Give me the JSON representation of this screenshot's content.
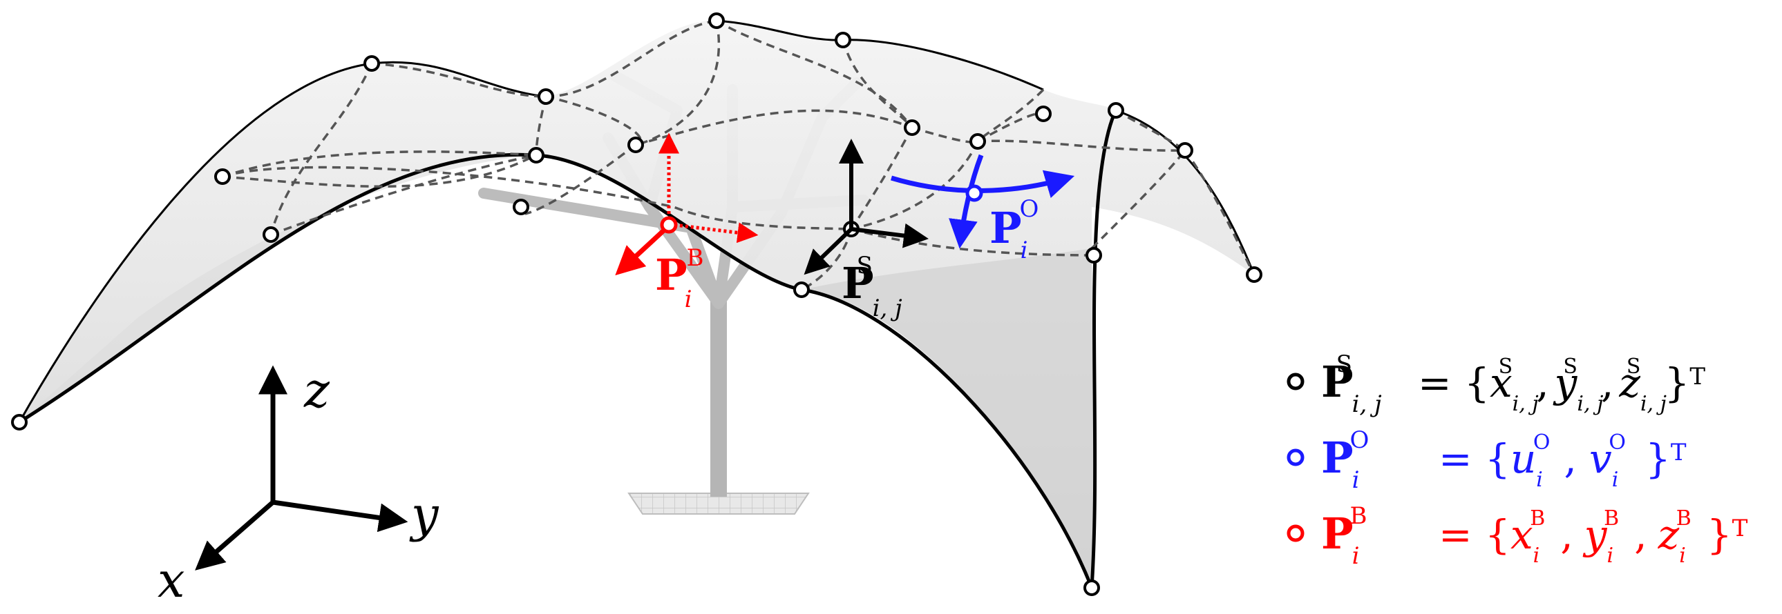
{
  "colors": {
    "surface_fill": "#e9e9e9",
    "black": "#000000",
    "blue": "#1a1aff",
    "red": "#ff0000",
    "dashed": "#555555",
    "tree": "#b8b8b8"
  },
  "axes": {
    "z": "z",
    "y": "y",
    "x": "x"
  },
  "point_labels": {
    "base_letter": "P",
    "red_sup": "B",
    "red_sub": "i",
    "black_sup": "S",
    "black_sub": "i, j",
    "blue_sup": "O",
    "blue_sub": "i"
  },
  "legend": [
    {
      "key": "S",
      "color": "#000000",
      "marker": "circle",
      "sym_sup": "S",
      "sym_sub": "i, j",
      "eq": "= {",
      "t1": "x",
      "t1_sup": "S",
      "t1_sub": "i, j",
      "sep1": ",",
      "t2": "y",
      "t2_sup": "S",
      "t2_sub": "i, j",
      "sep2": ",",
      "t3": "z",
      "t3_sup": "S",
      "t3_sub": "i, j",
      "close": "}",
      "transpose": "T"
    },
    {
      "key": "O",
      "color": "#1a1aff",
      "marker": "circle",
      "sym_sup": "O",
      "sym_sub": "i",
      "eq": "= {",
      "t1": "u",
      "t1_sup": "O",
      "t1_sub": "i",
      "sep1": ",",
      "t2": "v",
      "t2_sup": "O",
      "t2_sub": "i",
      "close": "}",
      "transpose": "T"
    },
    {
      "key": "B",
      "color": "#ff0000",
      "marker": "circle",
      "sym_sup": "B",
      "sym_sub": "i",
      "eq": "= {",
      "t1": "x",
      "t1_sup": "B",
      "t1_sub": "i",
      "sep1": ",",
      "t2": "y",
      "t2_sup": "B",
      "t2_sub": "i",
      "sep2": ",",
      "t3": "z",
      "t3_sup": "B",
      "t3_sub": "i",
      "close": "}",
      "transpose": "T"
    }
  ]
}
